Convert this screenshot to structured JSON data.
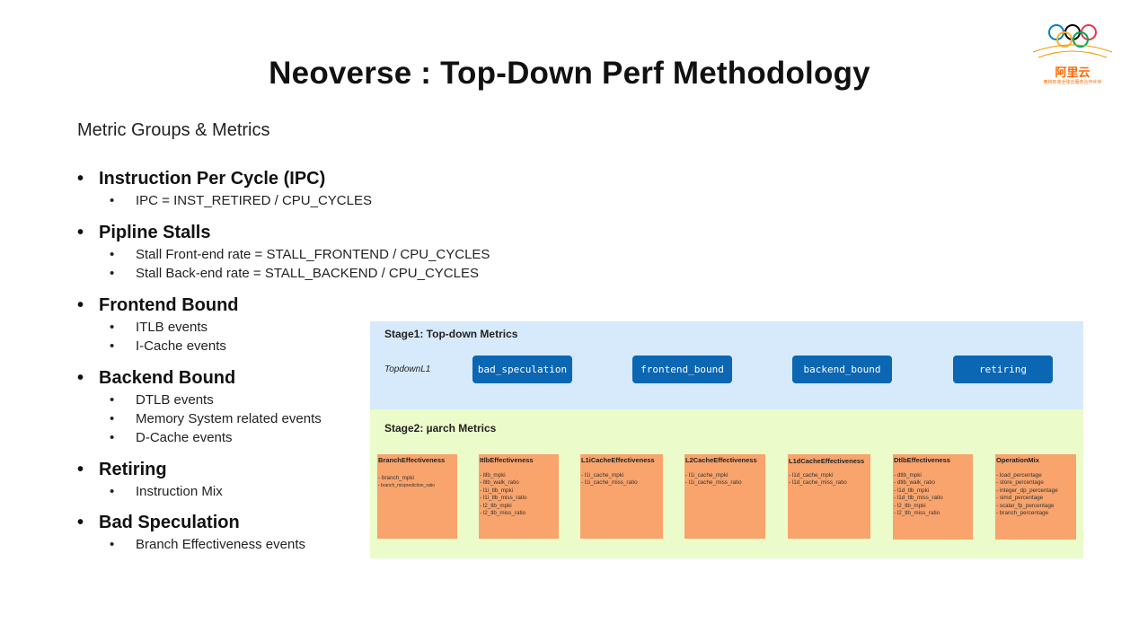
{
  "slide": {
    "title": "Neoverse : Top-Down Perf Methodology",
    "subtitle": "Metric Groups & Metrics"
  },
  "logo": {
    "name": "aliyun-olympic-logo",
    "text": "阿里云",
    "small": "奥林匹克全球云服务合作伙伴"
  },
  "colors": {
    "stage1_bg": "#d6eafb",
    "stage2_bg": "#ebfbc9",
    "pill": "#0b66b3",
    "metric_box": "#f8a46c",
    "logo_orange": "#ff6a00"
  },
  "sections": [
    {
      "heading": "Instruction Per Cycle (IPC)",
      "items": [
        "IPC = INST_RETIRED / CPU_CYCLES"
      ]
    },
    {
      "heading": "Pipline Stalls",
      "items": [
        "Stall Front-end rate = STALL_FRONTEND / CPU_CYCLES",
        "Stall Back-end rate = STALL_BACKEND / CPU_CYCLES"
      ]
    },
    {
      "heading": "Frontend Bound",
      "items": [
        "ITLB events",
        "I-Cache events"
      ]
    },
    {
      "heading": "Backend Bound",
      "items": [
        "DTLB events",
        "Memory System related events",
        "D-Cache events"
      ]
    },
    {
      "heading": "Retiring",
      "items": [
        "Instruction Mix"
      ]
    },
    {
      "heading": "Bad Speculation",
      "items": [
        "Branch Effectiveness events"
      ]
    }
  ],
  "stage1": {
    "title": "Stage1: Top-down Metrics",
    "row_label": "TopdownL1",
    "metrics": [
      "bad_speculation",
      "frontend_bound",
      "backend_bound",
      "retiring"
    ]
  },
  "stage2": {
    "title": "Stage2: µarch Metrics",
    "groups": [
      {
        "title": "BranchEffectiveness",
        "items": [
          "- branch_mpki",
          "- branch_misprediction_ratio"
        ]
      },
      {
        "title": "ItlbEffectiveness",
        "items": [
          "- itlb_mpki",
          "- itlb_walk_ratio",
          "- l1i_tlb_mpki",
          "- l1i_tlb_miss_ratio",
          "- l2_tlb_mpki",
          "- l2_tlb_miss_ratio"
        ]
      },
      {
        "title": "L1iCacheEffectiveness",
        "items": [
          "- l1i_cache_mpki",
          "- l1i_cache_miss_ratio"
        ]
      },
      {
        "title": "L2CacheEffectiveness",
        "items": [
          "- l1i_cache_mpki",
          "- l1i_cache_miss_ratio"
        ]
      },
      {
        "title": "L1dCacheEffectiveness",
        "items": [
          "- l1d_cache_mpki",
          "- l1d_cache_miss_ratio"
        ]
      },
      {
        "title": "DtlbEffectiveness",
        "items": [
          "- dtlb_mpki",
          "- dtlb_walk_ratio",
          "- l1d_tlb_mpki",
          "- l1d_tlb_miss_ratio",
          "- l2_tlb_mpki",
          "- l2_tlb_miss_ratio"
        ]
      },
      {
        "title": "OperationMix",
        "items": [
          "- load_percentage",
          "- store_percentage",
          "- integer_dp_percentage",
          "- simd_percentage",
          "- scalar_fp_percentage",
          "- branch_percentage"
        ]
      }
    ]
  }
}
